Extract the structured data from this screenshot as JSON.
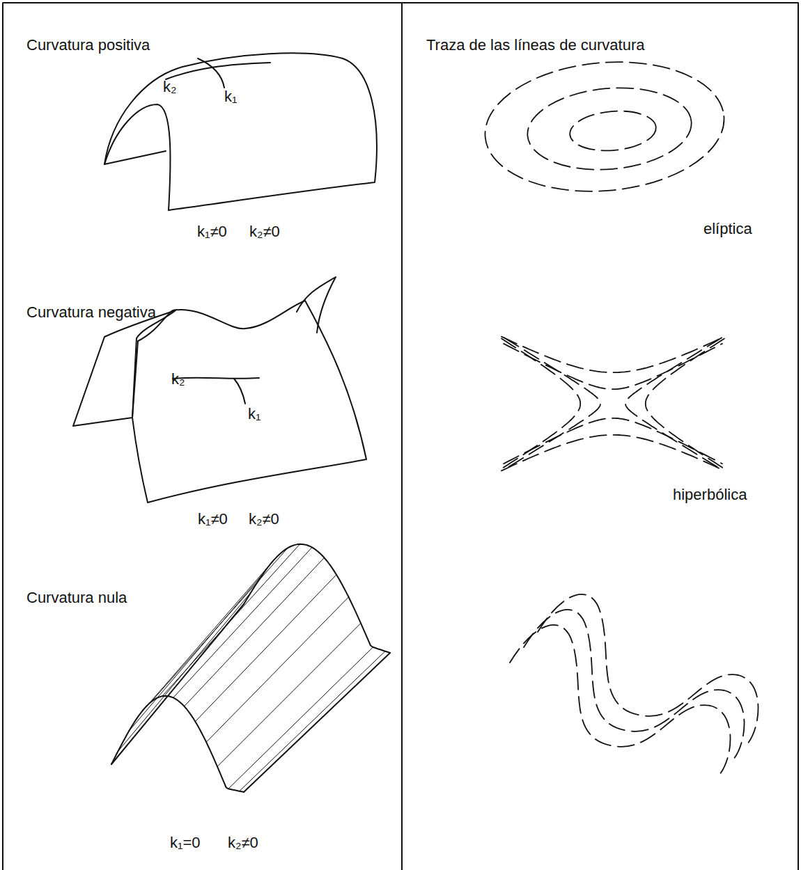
{
  "diagram": {
    "labels": [
      "Curvatura positiva",
      "k₂",
      "k₁",
      "k₁≠0",
      "k₂≠0",
      "Curvatura negativa",
      "k₂",
      "k₁",
      "k₁≠0",
      "k₂≠0",
      "Curvatura nula",
      "k₁=0",
      "k₂≠0",
      "Traza de las líneas de curvatura",
      "elíptica",
      "hiperbólica"
    ]
  }
}
